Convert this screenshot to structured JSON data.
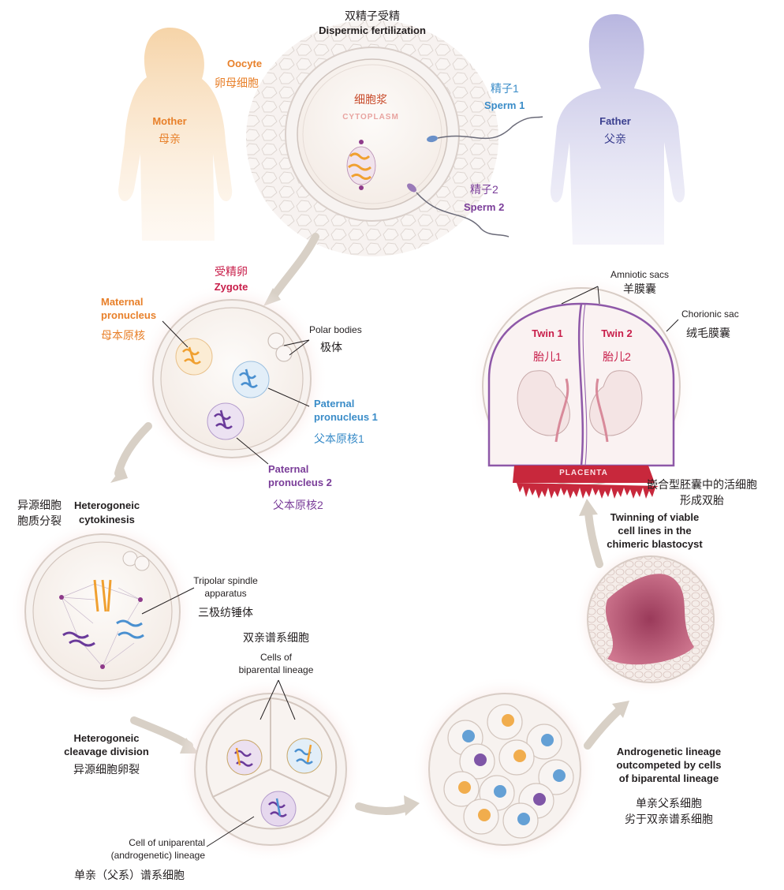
{
  "title": {
    "zh": "双精子受精",
    "en": "Dispermic fertilization"
  },
  "mother": {
    "en": "Mother",
    "zh": "母亲"
  },
  "father": {
    "en": "Father",
    "zh": "父亲"
  },
  "oocyte": {
    "en": "Oocyte",
    "zh": "卵母细胞"
  },
  "cytoplasm": {
    "zh": "细胞浆",
    "en": "CYTOPLASM"
  },
  "sperm1": {
    "zh": "精子1",
    "en": "Sperm 1"
  },
  "sperm2": {
    "zh": "精子2",
    "en": "Sperm 2"
  },
  "zygote": {
    "zh": "受精卵",
    "en": "Zygote"
  },
  "maternal_pronucleus": {
    "en_line1": "Maternal",
    "en_line2": "pronucleus",
    "zh": "母本原核"
  },
  "polar_bodies": {
    "en": "Polar bodies",
    "zh": "极体"
  },
  "paternal_pronucleus_1": {
    "en_line1": "Paternal",
    "en_line2": "pronucleus 1",
    "zh": "父本原核1"
  },
  "paternal_pronucleus_2": {
    "en_line1": "Paternal",
    "en_line2": "pronucleus 2",
    "zh": "父本原核2"
  },
  "heterogoneic_cytokinesis": {
    "zh_line1": "异源细胞",
    "zh_line2": "胞质分裂",
    "en_line1": "Heterogoneic",
    "en_line2": "cytokinesis"
  },
  "tripolar_spindle": {
    "en_line1": "Tripolar spindle",
    "en_line2": "apparatus",
    "zh": "三极纺锤体"
  },
  "biparental_lineage": {
    "zh": "双亲谱系细胞",
    "en_line1": "Cells of",
    "en_line2": "biparental lineage"
  },
  "heterogoneic_cleavage": {
    "en_line1": "Heterogoneic",
    "en_line2": "cleavage division",
    "zh": "异源细胞卵裂"
  },
  "uniparental_lineage": {
    "en_line1": "Cell of uniparental",
    "en_line2": "(androgenetic) lineage",
    "zh": "单亲（父系）谱系细胞"
  },
  "androgenetic_outcompeted": {
    "en_line1": "Androgenetic lineage",
    "en_line2": "outcompeted by cells",
    "en_line3": "of  biparental lineage",
    "zh_line1": "单亲父系细胞",
    "zh_line2": "劣于双亲谱系细胞"
  },
  "twinning": {
    "zh_line1": "嵌合型胚囊中的活细胞",
    "zh_line2": "形成双胎",
    "en_line1": "Twinning of viable",
    "en_line2": "cell lines in the",
    "en_line3": "chimeric blastocyst"
  },
  "amniotic_sacs": {
    "en": "Amniotic sacs",
    "zh": "羊膜囊"
  },
  "chorionic_sac": {
    "en": "Chorionic sac",
    "zh": "绒毛膜囊"
  },
  "twin1": {
    "en": "Twin 1",
    "zh": "胎儿1"
  },
  "twin2": {
    "en": "Twin 2",
    "zh": "胎儿2"
  },
  "placenta": {
    "en": "PLACENTA"
  },
  "colors": {
    "maternal": "#f0a030",
    "paternal1": "#4a90d0",
    "paternal2": "#6a3a9a",
    "orange_text": "#e8802a",
    "blue_text": "#3a8cc8",
    "purple_text": "#7a3d99",
    "red_text": "#c81e4a",
    "navy_text": "#3b3f8f",
    "arrow": "#cfc6ba",
    "mother_silhouette": "#f7dcb6",
    "father_silhouette": "#c9c6e6",
    "placenta": "#c8283c"
  }
}
